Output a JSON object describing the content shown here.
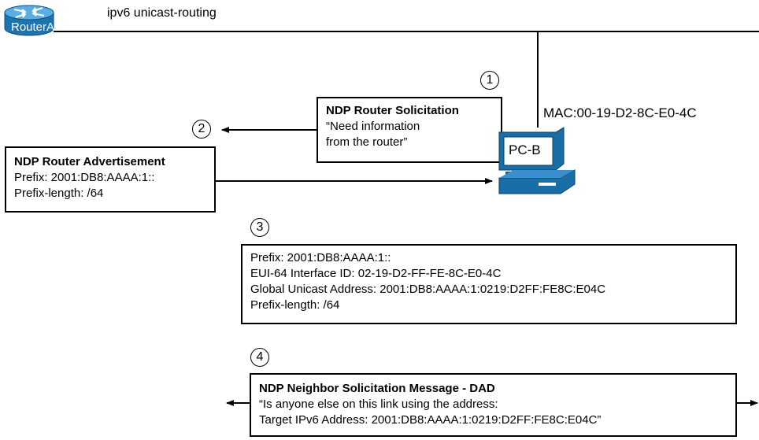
{
  "router": {
    "label": "RouterA",
    "config": "ipv6 unicast-routing",
    "color": "#2e8bc7"
  },
  "pc": {
    "label": "PC-B",
    "mac": "MAC:00-19-D2-8C-E0-4C",
    "color": "#1a6ea8"
  },
  "steps": [
    "1",
    "2",
    "3",
    "4"
  ],
  "rs_box": {
    "title": "NDP Router Solicitation",
    "lines": [
      "“Need information",
      "from the router”"
    ]
  },
  "ra_box": {
    "title": "NDP Router Advertisement",
    "lines": [
      "Prefix: 2001:DB8:AAAA:1::",
      "Prefix-length: /64"
    ]
  },
  "eui_box": {
    "lines": [
      "Prefix: 2001:DB8:AAAA:1::",
      "EUI-64 Interface ID: 02-19-D2-FF-FE-8C-E0-4C",
      "Global Unicast Address: 2001:DB8:AAAA:1:0219:D2FF:FE8C:E04C",
      "Prefix-length: /64"
    ]
  },
  "dad_box": {
    "title": "NDP Neighbor Solicitation Message - DAD",
    "lines": [
      "“Is anyone else on this link using the address:",
      "Target IPv6 Address: 2001:DB8:AAAA:1:0219:D2FF:FE8C:E04C”"
    ]
  }
}
